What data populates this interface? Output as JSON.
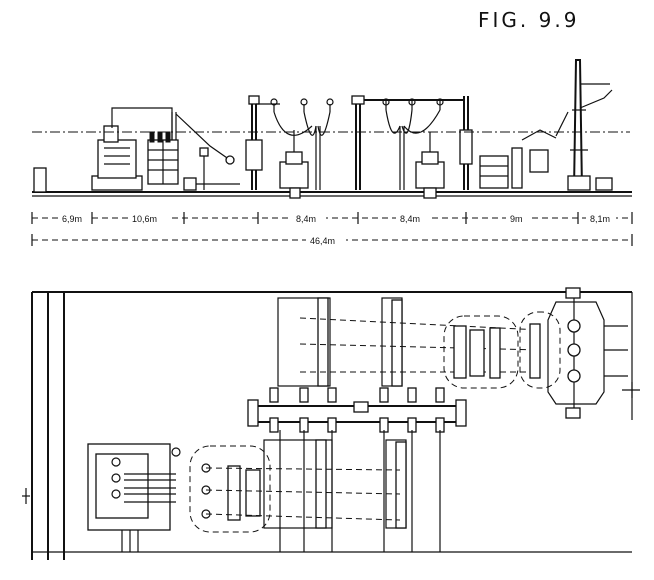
{
  "figure": {
    "title": "FIG. 9.9"
  },
  "elevation": {
    "segments": [
      {
        "label": "6,9m"
      },
      {
        "label": "10,6m"
      },
      {
        "label": "8,4m"
      },
      {
        "label": "8,4m"
      },
      {
        "label": "9m"
      },
      {
        "label": "8,1m"
      }
    ],
    "total": {
      "label": "46,4m"
    }
  }
}
